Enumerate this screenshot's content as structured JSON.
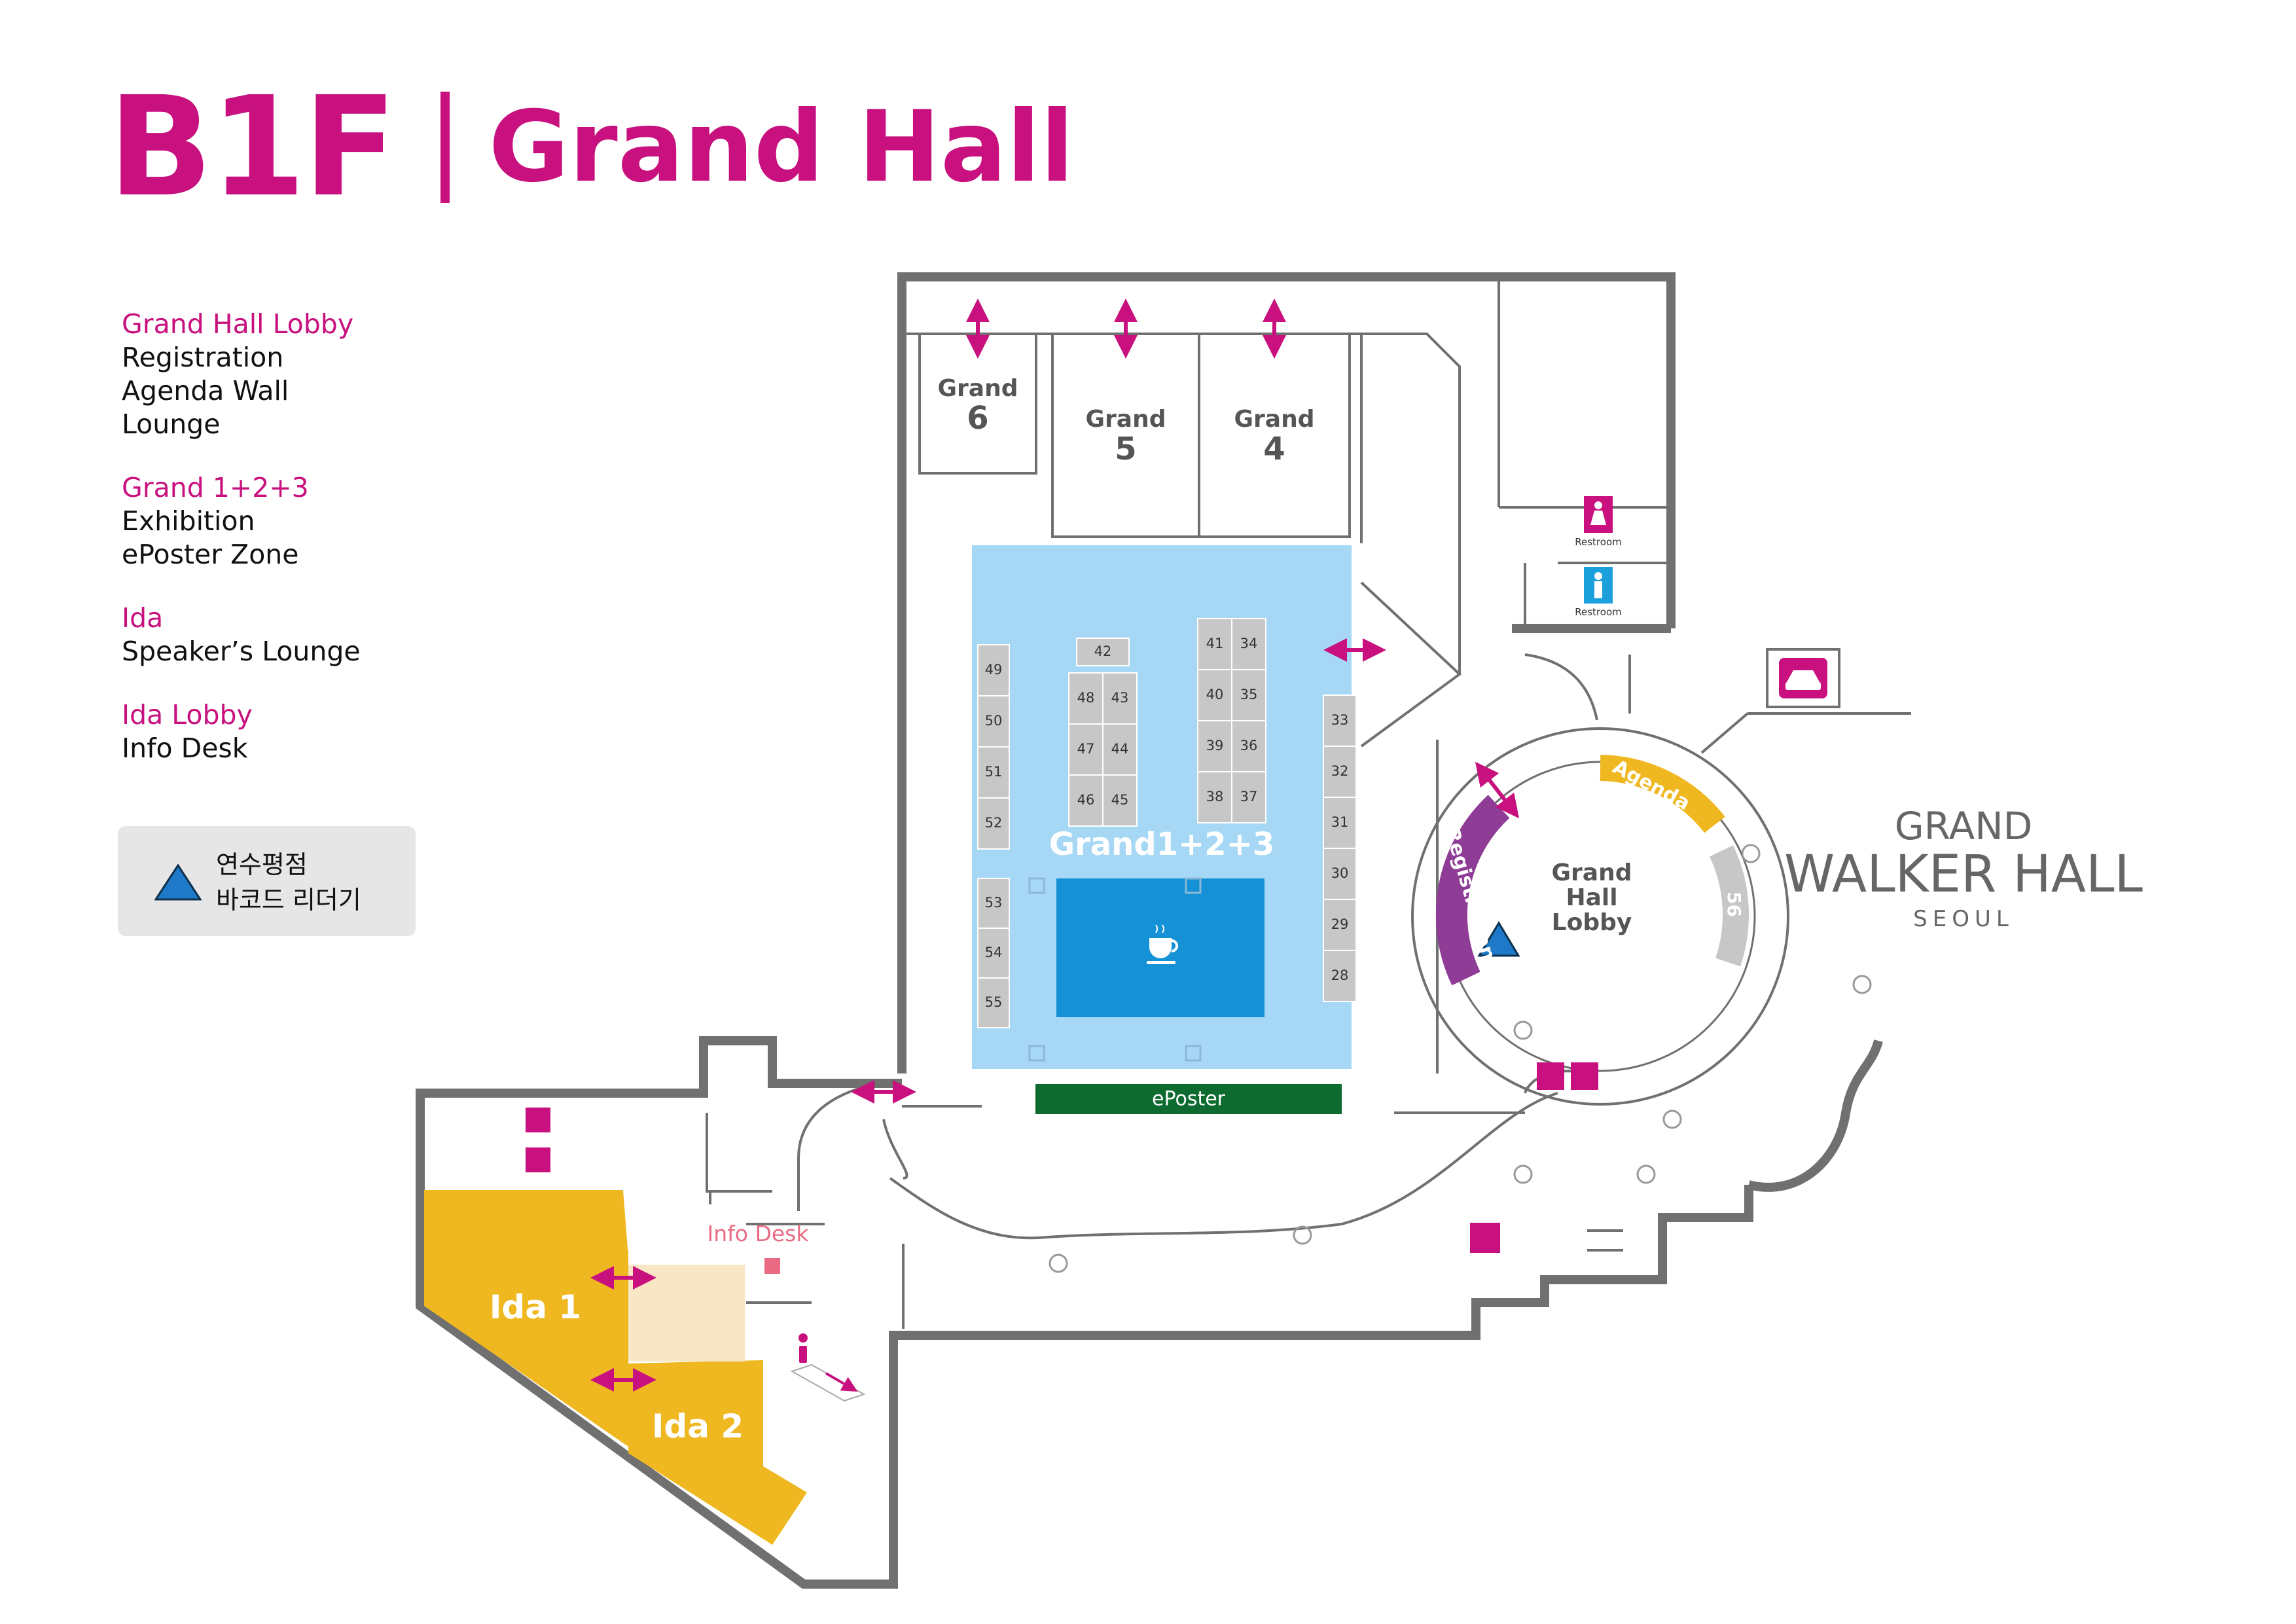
{
  "header": {
    "floor_code": "B1F",
    "hall_name": "Grand Hall"
  },
  "legend": [
    {
      "head": "Grand Hall Lobby",
      "items": [
        "Registration",
        "Agenda Wall",
        "Lounge"
      ]
    },
    {
      "head": "Grand 1+2+3",
      "items": [
        "Exhibition",
        "ePoster Zone"
      ]
    },
    {
      "head": "Ida",
      "items": [
        "Speaker’s Lounge"
      ]
    },
    {
      "head": "Ida Lobby",
      "items": [
        "Info Desk"
      ]
    }
  ],
  "barcode_note": {
    "line1": "연수평점",
    "line2": "바코드 리더기",
    "marker_color": "#1e7ac8"
  },
  "rooms": {
    "grand6": {
      "word": "Grand",
      "num": "6"
    },
    "grand5": {
      "word": "Grand",
      "num": "5"
    },
    "grand4": {
      "word": "Grand",
      "num": "4"
    },
    "grand123": "Grand1+2+3",
    "eposter": "ePoster",
    "ida1": "Ida 1",
    "ida2": "Ida 2",
    "info_desk": "Info Desk",
    "lobby": [
      "Grand",
      "Hall",
      "Lobby"
    ],
    "registration": "Registration",
    "agenda": "Agenda",
    "lounge_num": "56"
  },
  "restrooms": {
    "women": "Restroom",
    "men": "Restroom"
  },
  "booths": {
    "col_left": [
      "49",
      "50",
      "51",
      "52",
      "53",
      "54",
      "55"
    ],
    "top_single": "42",
    "grid_a": [
      [
        "48",
        "43"
      ],
      [
        "47",
        "44"
      ],
      [
        "46",
        "45"
      ]
    ],
    "grid_b": [
      [
        "41",
        "34"
      ],
      [
        "40",
        "35"
      ],
      [
        "39",
        "36"
      ],
      [
        "38",
        "37"
      ]
    ],
    "col_right": [
      "33",
      "32",
      "31",
      "30",
      "29",
      "28"
    ]
  },
  "venue_brand": {
    "line1": "GRAND",
    "line2": "WALKER HALL",
    "line3": "SEOUL"
  },
  "icons": {
    "coffee": "coffee-cup-icon",
    "car": "car-icon",
    "elevator": "elevator-icon",
    "info": "info-icon"
  },
  "colors": {
    "brand_magenta": "#c8117e",
    "exhibition_fill": "#a6d8f5",
    "lounge_fill": "#1592d6",
    "ida_fill": "#efb820",
    "ida_lobby_fill": "#f9e6c4",
    "eposter_fill": "#0d6b2f",
    "registration_fill": "#8f3c97",
    "agenda_fill": "#efb820",
    "booth_fill": "#c7c7c7",
    "wall": "#707070"
  }
}
